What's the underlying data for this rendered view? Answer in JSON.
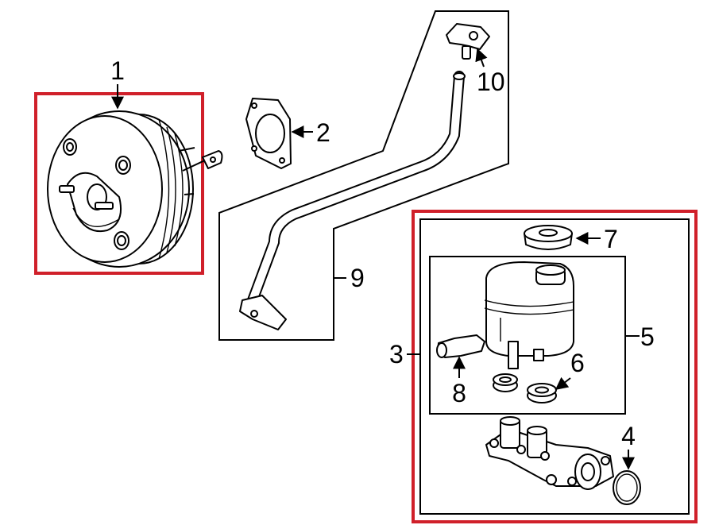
{
  "diagram": {
    "colors": {
      "highlight_border": "#d0202a",
      "line": "#000000",
      "background": "#ffffff"
    },
    "callouts": [
      {
        "id": "c1",
        "label": "1"
      },
      {
        "id": "c2",
        "label": "2"
      },
      {
        "id": "c3",
        "label": "3"
      },
      {
        "id": "c4",
        "label": "4"
      },
      {
        "id": "c5",
        "label": "5"
      },
      {
        "id": "c6",
        "label": "6"
      },
      {
        "id": "c7",
        "label": "7"
      },
      {
        "id": "c8",
        "label": "8"
      },
      {
        "id": "c9",
        "label": "9"
      },
      {
        "id": "c10",
        "label": "10"
      }
    ]
  }
}
